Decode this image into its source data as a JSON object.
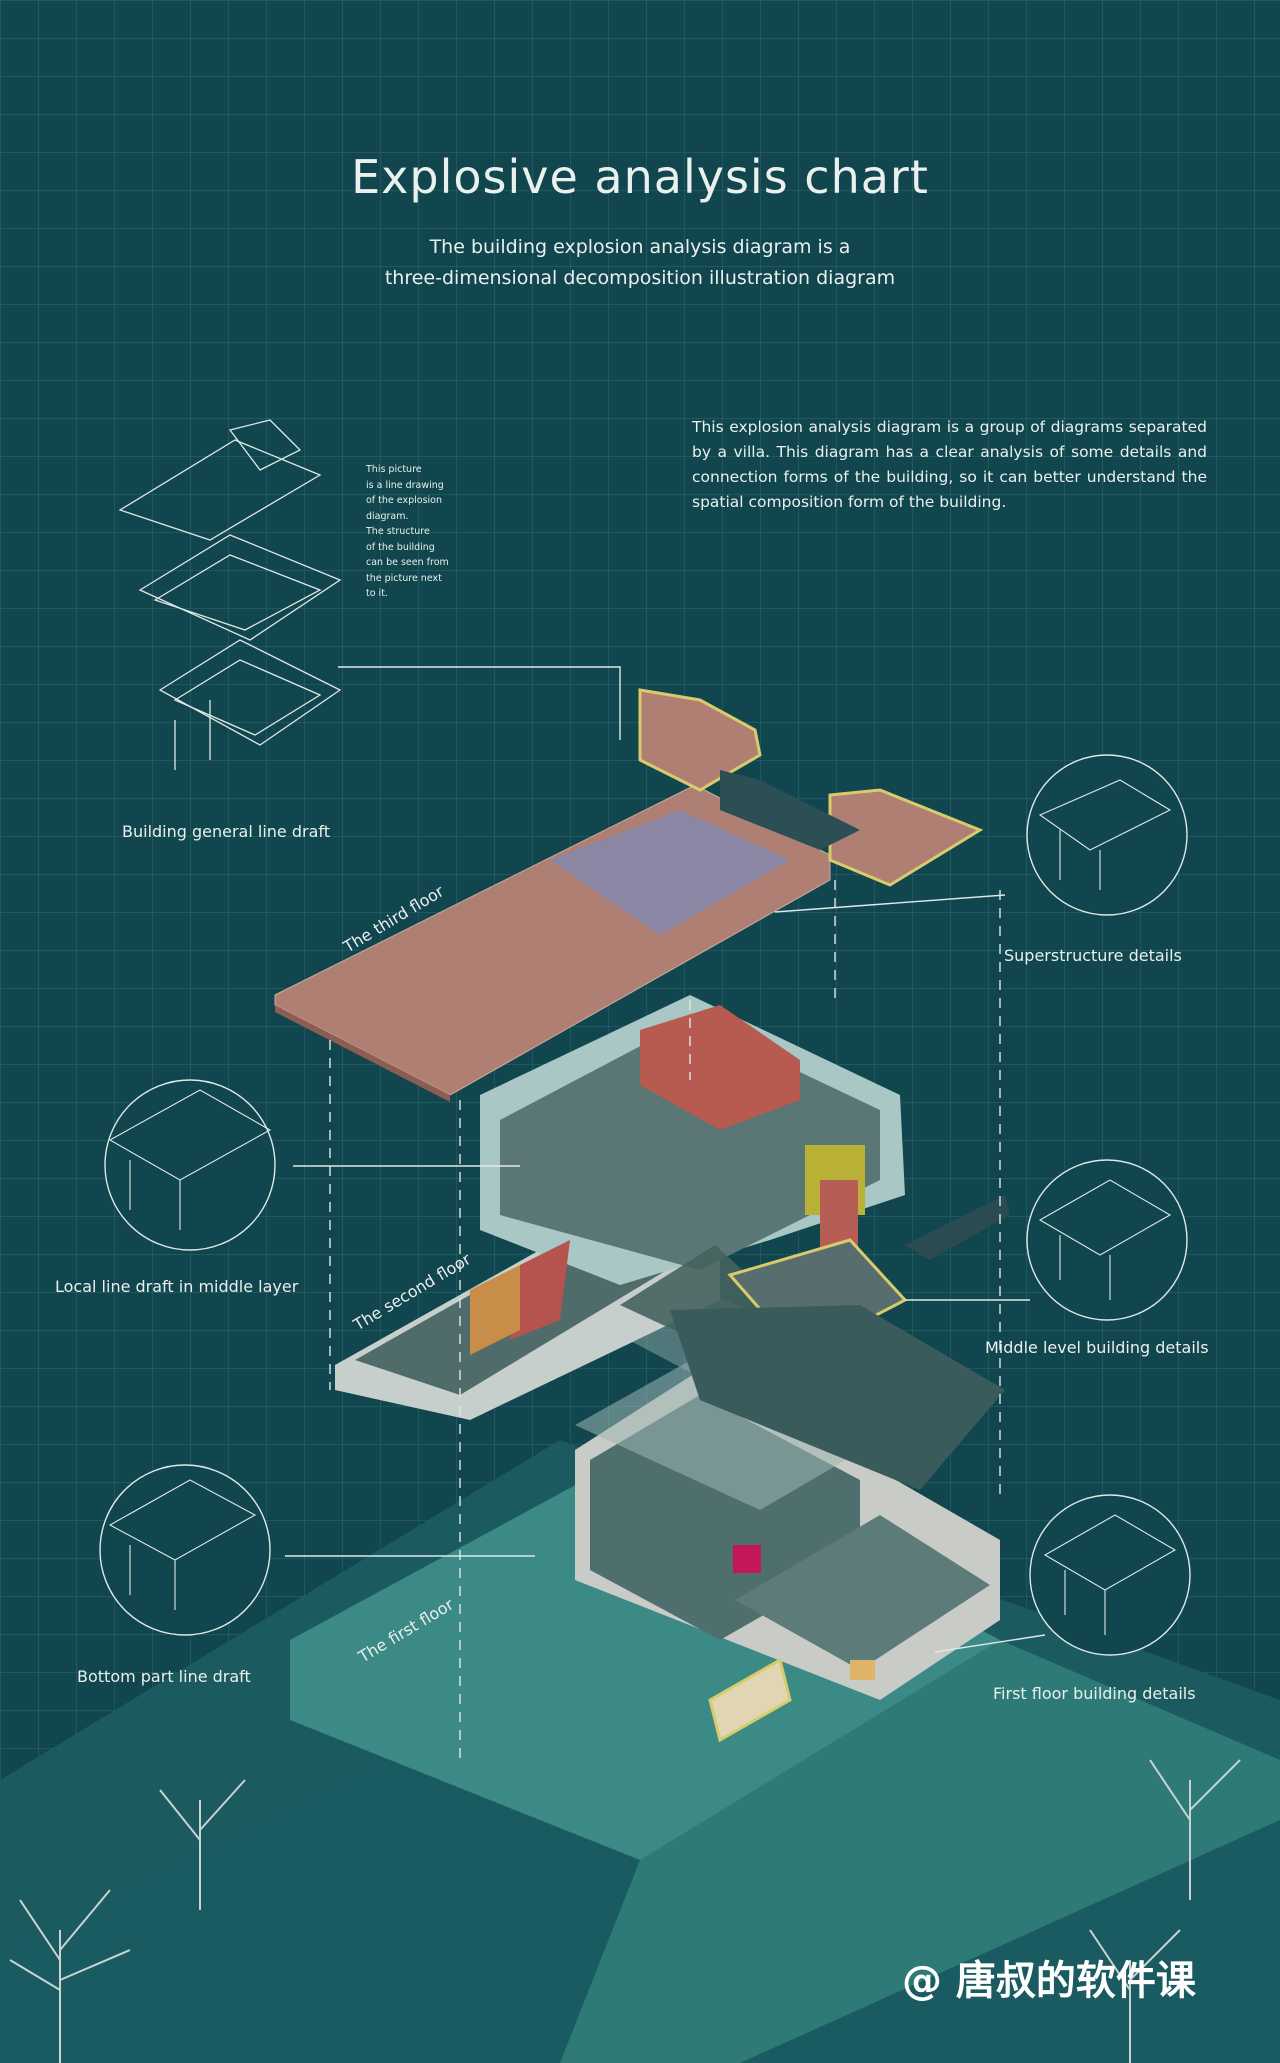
{
  "title": "Explosive analysis chart",
  "subtitle": "The building explosion analysis diagram is a\nthree-dimensional decomposition illustration diagram",
  "intro": "This explosion analysis diagram is a group of diagrams separated by a villa. This diagram has a clear analysis of some details and connection forms of the building,  so it can better understand the spatial  composition form  of the building.",
  "picture_note": "This picture\nis a line drawing\nof the explosion\ndiagram.\nThe structure\nof the building\ncan be seen from\nthe picture next\nto it.",
  "labels": {
    "general": "Building general line draft",
    "superstructure": "Superstructure details",
    "local_middle": "Local line draft in middle layer",
    "middle_details": "Middle level building details",
    "bottom": "Bottom part line draft",
    "first_details": "First floor building details"
  },
  "floors": {
    "third": "The third floor",
    "second": "The second floor",
    "first": "The first floor"
  },
  "watermark": "@ 唐叔的软件课",
  "colors": {
    "background": "#11464e",
    "grid": "#2f6a70",
    "roof": "#b07f73",
    "panel": "#8a86a4",
    "wall": "#a9c7c4",
    "ground": "#3c8a86",
    "accent_yellow": "#dcd06a",
    "accent_red": "#b7524f",
    "accent_magenta": "#c2185b"
  }
}
